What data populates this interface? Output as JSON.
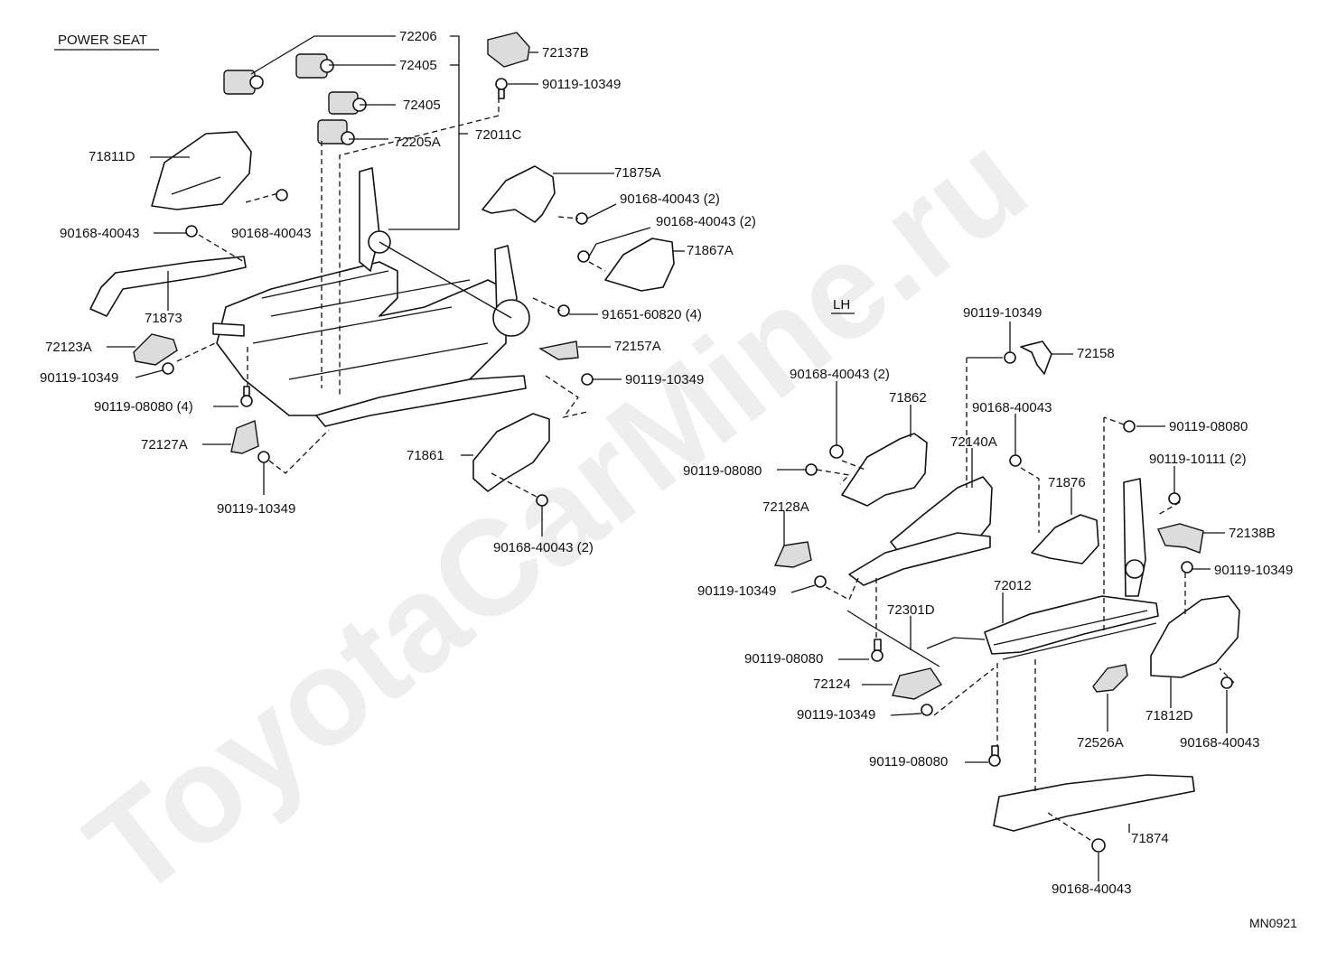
{
  "title": "POWER SEAT",
  "section_label": "LH",
  "code": "MN0921",
  "watermark": "ToyotaCarMine.ru",
  "labels": [
    "72206",
    "72405",
    "72405",
    "72205A",
    "72011C",
    "72137B",
    "90119-10349",
    "71811D",
    "90168-40043",
    "90168-40043",
    "71875A",
    "90168-40043 (2)",
    "90168-40043 (2)",
    "71867A",
    "71873",
    "91651-60820 (4)",
    "72123A",
    "90119-10349",
    "72157A",
    "90119-08080 (4)",
    "90119-10349",
    "72127A",
    "71861",
    "90119-10349",
    "90168-40043 (2)",
    "90119-10349",
    "72158",
    "90168-40043 (2)",
    "71862",
    "90168-40043",
    "72140A",
    "90119-08080",
    "90119-08080",
    "90119-10111 (2)",
    "71876",
    "72128A",
    "72138B",
    "90119-10349",
    "90119-10349",
    "72012",
    "72301D",
    "90119-08080",
    "72124",
    "90119-10349",
    "71812D",
    "90168-40043",
    "72526A",
    "90119-08080",
    "71874",
    "90168-40043"
  ]
}
